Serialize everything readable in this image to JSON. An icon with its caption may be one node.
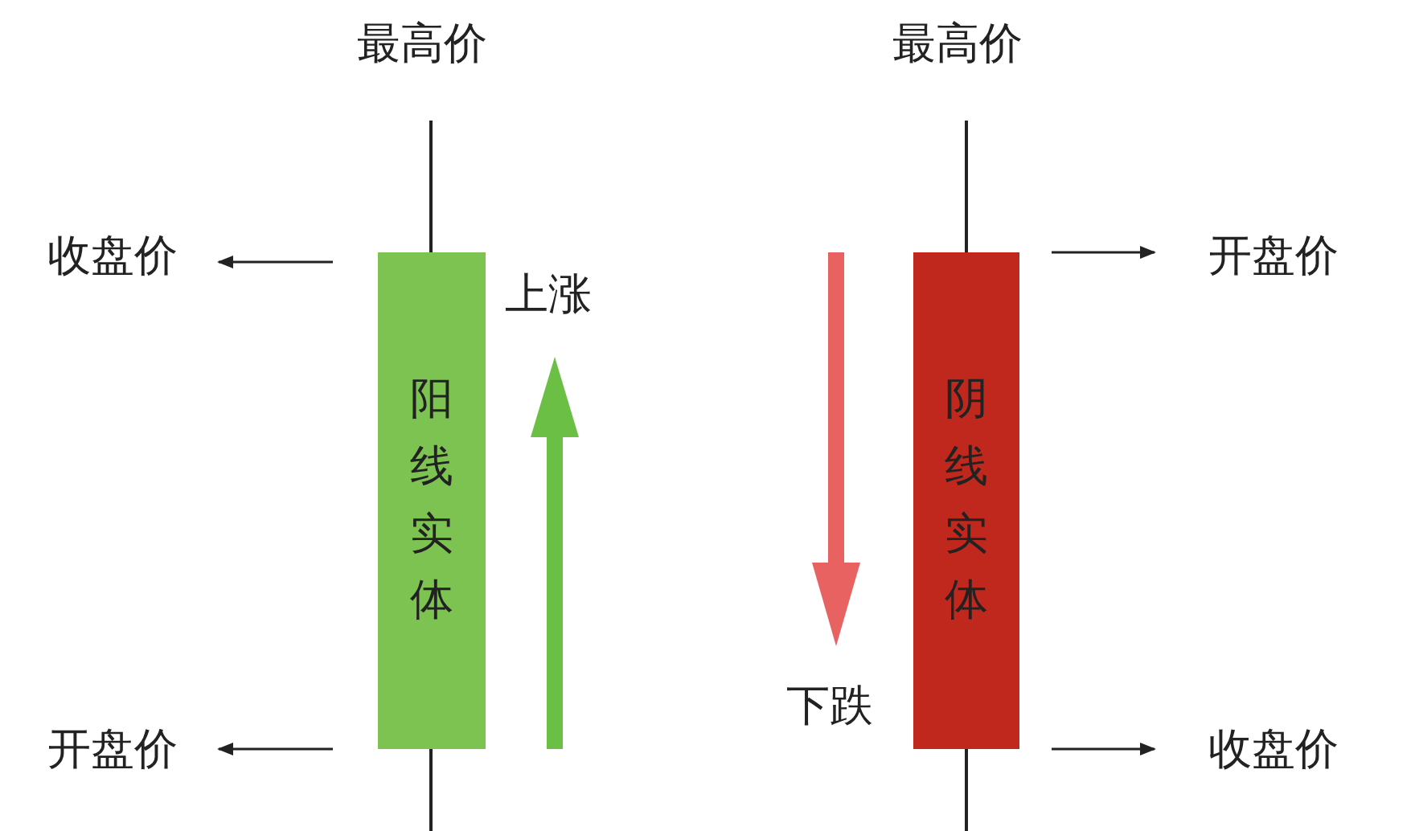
{
  "diagram": {
    "nodes": [
      {
        "text": [
          "阳线实体"
        ]
      },
      {
        "text": [
          "收盘价"
        ]
      },
      {
        "text": [
          "开盘价"
        ]
      },
      {
        "text": [
          "阴线实体"
        ]
      },
      {
        "text": [
          "开盘价"
        ]
      },
      {
        "text": [
          "收盘价"
        ]
      }
    ],
    "edges": [
      {
        "from": 0,
        "to": 1,
        "arrow": "to"
      },
      {
        "from": 0,
        "to": 2,
        "arrow": "to"
      },
      {
        "from": 3,
        "to": 4,
        "arrow": "to"
      },
      {
        "from": 3,
        "to": 5,
        "arrow": "to"
      }
    ],
    "labels": [
      "最高价",
      "最高价",
      "上涨",
      "下跌"
    ]
  }
}
